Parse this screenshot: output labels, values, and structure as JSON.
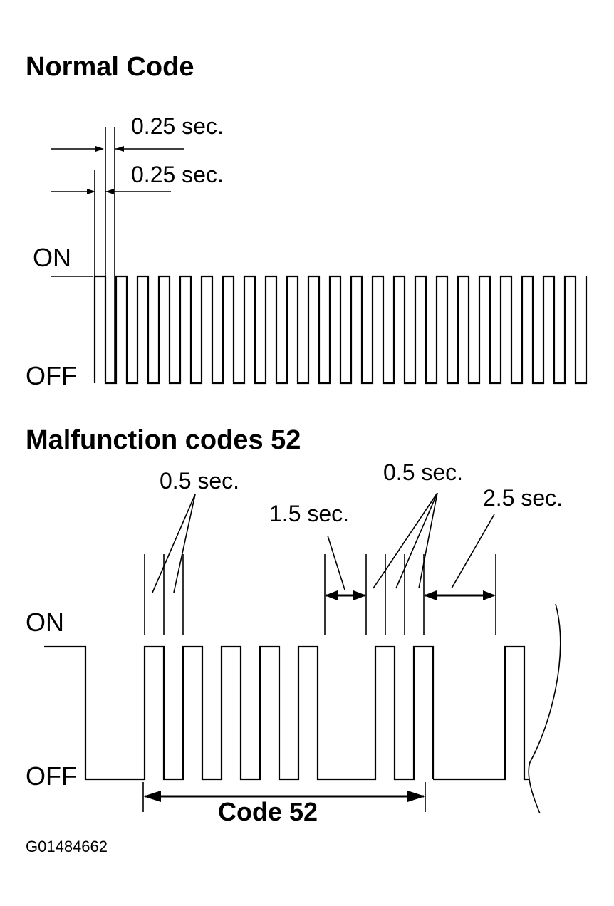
{
  "normal": {
    "title": "Normal Code",
    "on_label": "ON",
    "off_label": "OFF",
    "top_time": "0.25 sec.",
    "bottom_time": "0.25 sec."
  },
  "malfunction": {
    "title": "Malfunction codes 52",
    "on_label": "ON",
    "off_label": "OFF",
    "time_left": "0.5 sec.",
    "time_gap": "1.5 sec.",
    "time_right": "0.5 sec.",
    "time_pause": "2.5 sec.",
    "code_label": "Code 52"
  },
  "figure_id": "G01484662"
}
